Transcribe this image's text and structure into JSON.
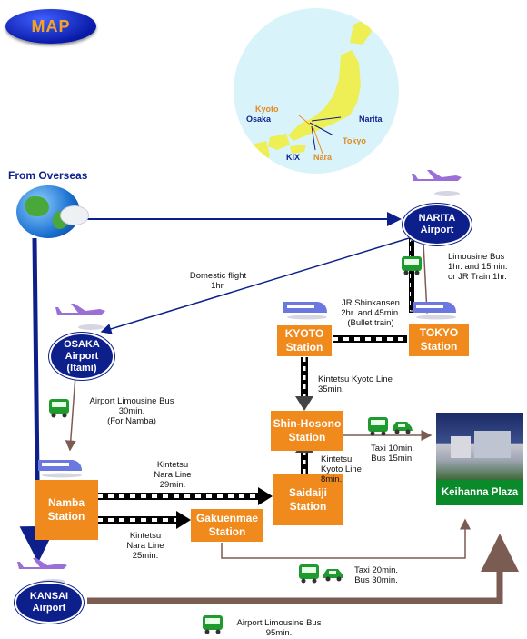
{
  "header": {
    "title": "MAP"
  },
  "japan_map": {
    "labels": {
      "kyoto": "Kyoto",
      "osaka": "Osaka",
      "kix": "KIX",
      "nara": "Nara",
      "narita": "Narita",
      "tokyo": "Tokyo"
    }
  },
  "from_overseas": "From Overseas",
  "nodes": {
    "narita": [
      "NARITA",
      "Airport"
    ],
    "osaka": [
      "OSAKA",
      "Airport",
      "(Itami)"
    ],
    "kansai": [
      "KANSAI",
      "Airport"
    ],
    "kyoto": [
      "KYOTO",
      "Station"
    ],
    "tokyo": [
      "TOKYO",
      "Station"
    ],
    "shin_hosono": [
      "Shin-Hosono",
      "Station"
    ],
    "namba": [
      "Namba",
      "Station"
    ],
    "saidaiji": [
      "Saidaiji",
      "Station"
    ],
    "gakuenmae": [
      "Gakuenmae",
      "Station"
    ],
    "keihanna": [
      "Keihanna Plaza"
    ]
  },
  "routes": {
    "domestic": [
      "Domestic flight",
      "1hr."
    ],
    "limousine_narita": [
      "Limousine Bus",
      "1hr. and 15min.",
      "or JR Train 1hr."
    ],
    "shinkansen": [
      "JR Shinkansen",
      "2hr. and 45min.",
      "(Bullet train)"
    ],
    "kintetsu_kyoto": [
      "Kintetsu Kyoto Line",
      "35min."
    ],
    "itami_bus": [
      "Airport Limousine Bus",
      "30min.",
      "(For Namba)"
    ],
    "nara_line_1": [
      "Kintetsu",
      "Nara Line",
      "29min."
    ],
    "nara_line_2": [
      "Kintetsu",
      "Nara Line",
      "25min."
    ],
    "kyoto_line_short": [
      "Kintetsu",
      "Kyoto Line",
      "8min."
    ],
    "taxi_shin": [
      "Taxi 10min.",
      "Bus 15min."
    ],
    "taxi_gaku": [
      "Taxi 20min.",
      "Bus 30min."
    ],
    "kansai_bus": [
      "Airport Limousine Bus",
      "95min."
    ]
  },
  "colors": {
    "orange": "#f08a1c",
    "navy": "#0d1f8a",
    "green": "#0a8a2a",
    "brown": "#7a5c52",
    "map_sea": "#d9f3fb",
    "land": "#eeee55"
  }
}
